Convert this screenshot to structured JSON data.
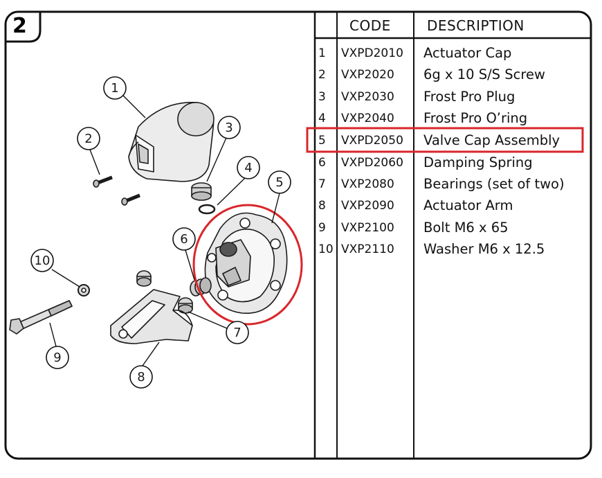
{
  "figure_number": "2",
  "table": {
    "headers": {
      "code": "CODE",
      "description": "DESCRIPTION"
    },
    "rows": [
      {
        "num": "1",
        "code": "VXPD2010",
        "description": "Actuator Cap"
      },
      {
        "num": "2",
        "code": "VXP2020",
        "description": "6g x 10 S/S Screw"
      },
      {
        "num": "3",
        "code": "VXP2030",
        "description": "Frost Pro Plug"
      },
      {
        "num": "4",
        "code": "VXP2040",
        "description": "Frost Pro O’ring"
      },
      {
        "num": "5",
        "code": "VXPD2050",
        "description": "Valve Cap Assembly"
      },
      {
        "num": "6",
        "code": "VXPD2060",
        "description": "Damping Spring"
      },
      {
        "num": "7",
        "code": "VXP2080",
        "description": "Bearings (set of two)"
      },
      {
        "num": "8",
        "code": "VXP2090",
        "description": "Actuator Arm"
      },
      {
        "num": "9",
        "code": "VXP2100",
        "description": "Bolt M6 x 65"
      },
      {
        "num": "10",
        "code": "VXP2110",
        "description": "Washer M6 x 12.5"
      }
    ],
    "highlighted_row": 5
  },
  "callouts": [
    "1",
    "2",
    "3",
    "4",
    "5",
    "6",
    "7",
    "8",
    "9",
    "10"
  ],
  "colors": {
    "highlight": "#d9262b",
    "outline": "#1a1a1a",
    "part_fill": "#e9e9e9"
  }
}
